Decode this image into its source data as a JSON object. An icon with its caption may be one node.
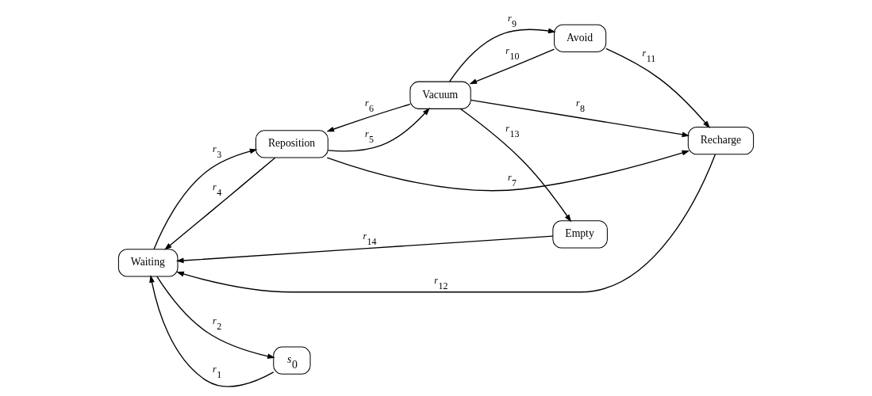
{
  "diagram": {
    "nodes": [
      {
        "text": [
          "Waiting"
        ]
      },
      {
        "text": [
          "Reposition"
        ]
      },
      {
        "text": [
          "Vacuum"
        ]
      },
      {
        "text": [
          "Recharge"
        ]
      },
      {
        "text": [
          "*s*$_{0}$"
        ]
      },
      {
        "text": [
          "Empty"
        ]
      },
      {
        "text": [
          "Avoid"
        ]
      }
    ],
    "edges": [
      {
        "from": 4,
        "to": 0,
        "arrow": "to",
        "label": "*r*$_{1}$"
      },
      {
        "from": 0,
        "to": 4,
        "arrow": "to",
        "label": "*r*$_{2}$"
      },
      {
        "from": 0,
        "to": 1,
        "arrow": "to",
        "label": "*r*$_{3}$"
      },
      {
        "from": 1,
        "to": 0,
        "arrow": "to",
        "label": "*r*$_{4}$"
      },
      {
        "from": 1,
        "to": 2,
        "arrow": "to",
        "label": "*r*$_{5}$"
      },
      {
        "from": 2,
        "to": 1,
        "arrow": "to",
        "label": "*r*$_{6}$"
      },
      {
        "from": 1,
        "to": 3,
        "arrow": "to",
        "label": "*r*$_{7}$"
      },
      {
        "from": 2,
        "to": 3,
        "arrow": "to",
        "label": "*r*$_{8}$"
      },
      {
        "from": 2,
        "to": 6,
        "arrow": "to",
        "label": "*r*$_{9}$"
      },
      {
        "from": 6,
        "to": 2,
        "arrow": "to",
        "label": "*r*$_{10}$"
      },
      {
        "from": 6,
        "to": 3,
        "arrow": "to",
        "label": "*r*$_{11}$"
      },
      {
        "from": 3,
        "to": 0,
        "arrow": "to",
        "label": "*r*$_{12}$"
      },
      {
        "from": 2,
        "to": 5,
        "arrow": "to",
        "label": "*r*$_{13}$"
      },
      {
        "from": 5,
        "to": 0,
        "arrow": "to",
        "label": "*r*$_{14}$"
      }
    ]
  }
}
